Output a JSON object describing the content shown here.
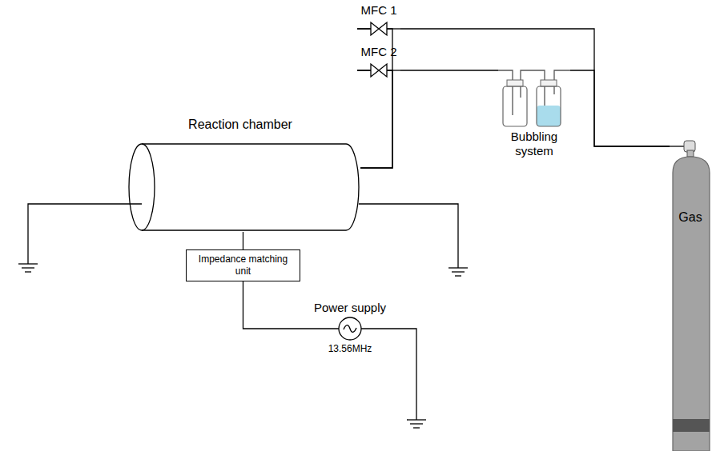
{
  "diagram": {
    "nodes": [
      {
        "text": [
          "MFC 1"
        ]
      },
      {
        "text": [
          "MFC 2"
        ]
      },
      {
        "text": [
          "Reaction chamber"
        ]
      },
      {
        "text": [
          "Bubbling system"
        ]
      },
      {
        "text": [
          "Gas"
        ]
      },
      {
        "text": [
          "Impedance matching unit"
        ]
      },
      {
        "text": [
          "Power supply",
          "13.56MHz"
        ]
      }
    ],
    "edges": [
      {
        "from": 4,
        "to": 0,
        "arrow": "none"
      },
      {
        "from": 4,
        "to": 3,
        "arrow": "none"
      },
      {
        "from": 3,
        "to": 1,
        "arrow": "none"
      },
      {
        "from": 0,
        "to": 2,
        "arrow": "none"
      },
      {
        "from": 1,
        "to": 2,
        "arrow": "none"
      },
      {
        "from": 2,
        "to": 5,
        "arrow": "none"
      },
      {
        "from": 5,
        "to": 6,
        "arrow": "none"
      }
    ]
  }
}
